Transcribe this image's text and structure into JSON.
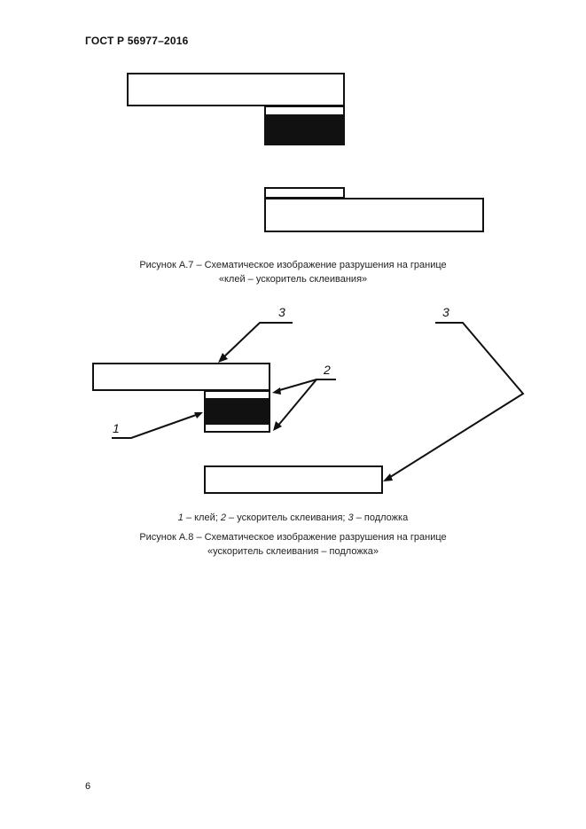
{
  "document": {
    "header": "ГОСТ Р 56977–2016",
    "page_number": "6"
  },
  "figure_a7": {
    "caption_line1": "Рисунок А.7 – Схематическое изображение разрушения на границе",
    "caption_line2": "«клей – ускоритель склеивания»"
  },
  "figure_a8": {
    "labels": {
      "substrate_top": "3",
      "accelerator": "2",
      "adhesive": "1",
      "substrate_bottom": "3"
    },
    "legend": {
      "n1": "1",
      "t1": " – клей; ",
      "n2": "2",
      "t2": " – ускоритель склеивания; ",
      "n3": "3",
      "t3": " – подложка"
    },
    "caption_line1": "Рисунок А.8 – Схематическое изображение разрушения на границе",
    "caption_line2": "«ускоритель склеивания – подложка»"
  }
}
